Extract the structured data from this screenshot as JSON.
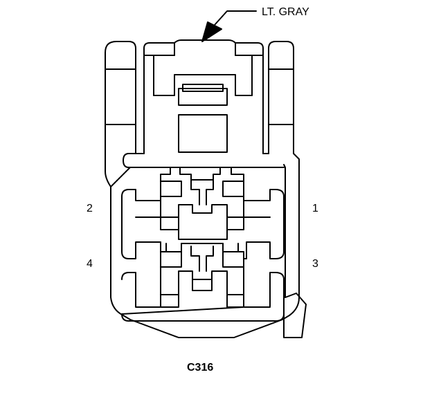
{
  "callout": {
    "text": "LT. GRAY"
  },
  "pins": [
    {
      "label": "1"
    },
    {
      "label": "2"
    },
    {
      "label": "3"
    },
    {
      "label": "4"
    }
  ],
  "connector": {
    "id": "C316"
  },
  "colors": {
    "line": "#000000",
    "background": "#ffffff"
  }
}
